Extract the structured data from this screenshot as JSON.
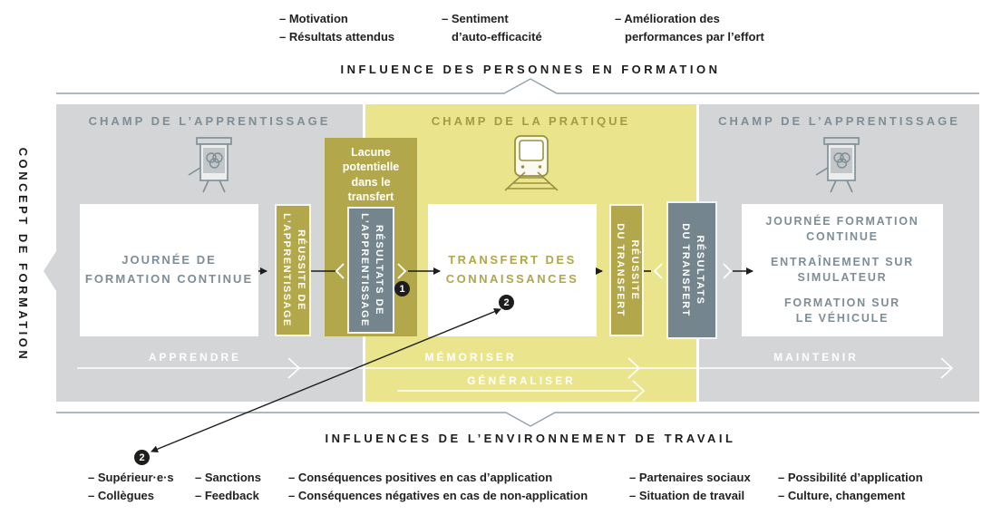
{
  "colors": {
    "olive_box": "#b2a84b",
    "slate_box": "#75858e",
    "panel_gray": "#d3d5d6",
    "panel_yellow": "#eae58c",
    "text_slate": "#7e8d96",
    "text_olive": "#a49b42",
    "dark": "#1d1d1b"
  },
  "side_label": "CONCEPT DE FORMATION",
  "banner_top": "INFLUENCE DES PERSONNES EN FORMATION",
  "banner_bottom": "INFLUENCES DE L’ENVIRONNEMENT DE TRAVAIL",
  "annotations_top": {
    "groups": [
      {
        "lines": [
          "– Motivation",
          "– Résultats attendus"
        ]
      },
      {
        "lines": [
          "– Sentiment",
          "d’auto-efficacité"
        ]
      },
      {
        "lines": [
          "– Amélioration des",
          "performances par l’effort"
        ]
      }
    ]
  },
  "annotations_bottom": {
    "groups": [
      {
        "lines": [
          "– Supérieur·e·s",
          "– Collègues"
        ]
      },
      {
        "lines": [
          "– Sanctions",
          "– Feedback"
        ]
      },
      {
        "lines": [
          "– Conséquences positives en cas d’application",
          "– Conséquences négatives en cas de non-application"
        ]
      },
      {
        "lines": [
          "– Partenaires sociaux",
          "– Situation de travail"
        ]
      },
      {
        "lines": [
          "– Possibilité d’application",
          "– Culture, changement"
        ]
      }
    ]
  },
  "panels": {
    "left": {
      "title": "CHAMP DE L’APPRENTISSAGE",
      "flow_label": "APPRENDRE"
    },
    "middle": {
      "title": "CHAMP DE LA PRATIQUE",
      "flow_label_1": "MÉMORISER",
      "flow_label_2": "GÉNÉRALISER"
    },
    "right": {
      "title": "CHAMP DE L’APPRENTISSAGE",
      "flow_label": "MAINTENIR"
    }
  },
  "boxes": {
    "journee": "JOURNÉE DE\nFORMATION CONTINUE",
    "reussite_apprentissage": "RÉUSSITE DE\nL’APPRENTISSAGE",
    "lacune": "Lacune\npotentielle\ndans le\ntransfert",
    "resultats_apprentissage": "RÉSULTATS DE\nL’APPRENTISSAGE",
    "transfert": "TRANSFERT DES\nCONNAISSANCES",
    "reussite_transfert": "RÉUSSITE\nDU TRANSFERT",
    "resultats_transfert": "RÉSULTATS\nDU TRANSFERT",
    "programme": [
      "JOURNÉE FORMATION\nCONTINUE",
      "ENTRAÎNEMENT SUR\nSIMULATEUR",
      "FORMATION SUR\nLE VÉHICULE"
    ]
  },
  "markers": {
    "one": "1",
    "two": "2"
  }
}
